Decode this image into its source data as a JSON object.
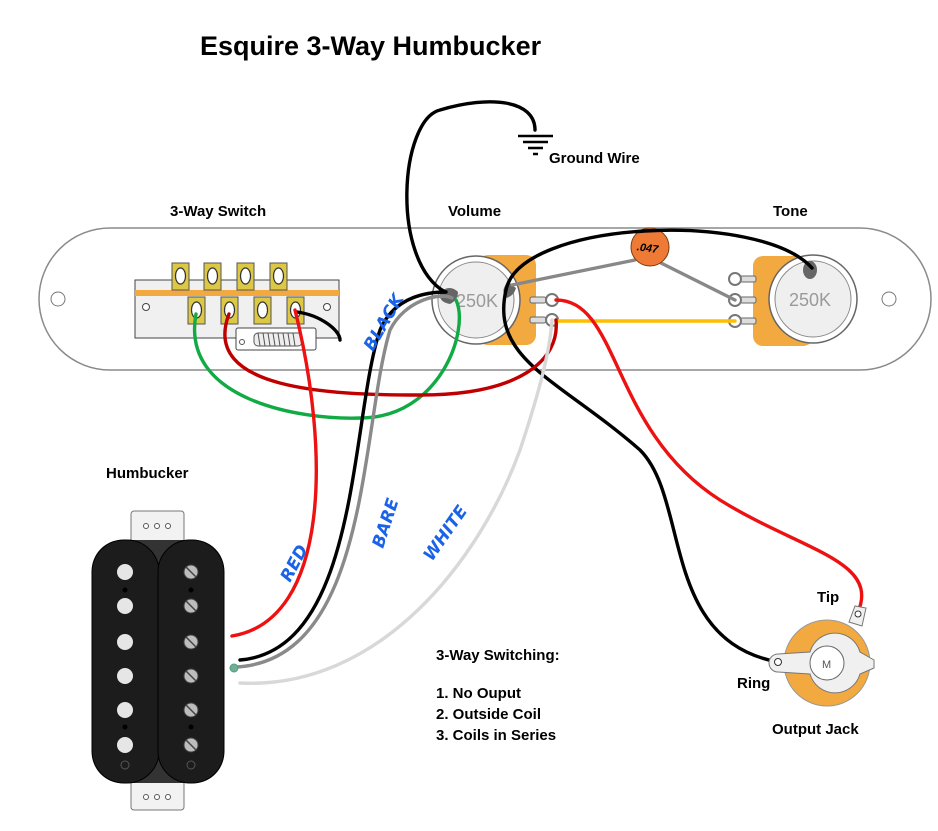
{
  "title": "Esquire 3-Way Humbucker",
  "labels": {
    "ground_wire": "Ground Wire",
    "switch": "3-Way Switch",
    "volume": "Volume",
    "tone": "Tone",
    "humbucker": "Humbucker",
    "output_jack": "Output Jack",
    "tip": "Tip",
    "ring": "Ring"
  },
  "components": {
    "volume_pot_value": "250K",
    "tone_pot_value": "250K",
    "capacitor_value": ".047",
    "jack_center": "M"
  },
  "wire_labels": {
    "black": "BLACK",
    "red": "RED",
    "bare": "BARE",
    "white": "WHITE"
  },
  "switching": {
    "heading": "3-Way Switching:",
    "positions": [
      "1. No Ouput",
      "2. Outside Coil",
      "3. Coils in Series"
    ]
  },
  "colors": {
    "wire_red": "#ee1111",
    "wire_dark_red": "#c00000",
    "wire_green": "#11aa44",
    "wire_black": "#000000",
    "wire_bare": "#8a8a8a",
    "wire_white": "#d8d8d8",
    "wire_yellow": "#ffbf00",
    "pot_body": "#f2a940",
    "capacitor": "#ee7a35",
    "switch_lug": "#dcc845",
    "label_blue": "#1a63e8"
  }
}
